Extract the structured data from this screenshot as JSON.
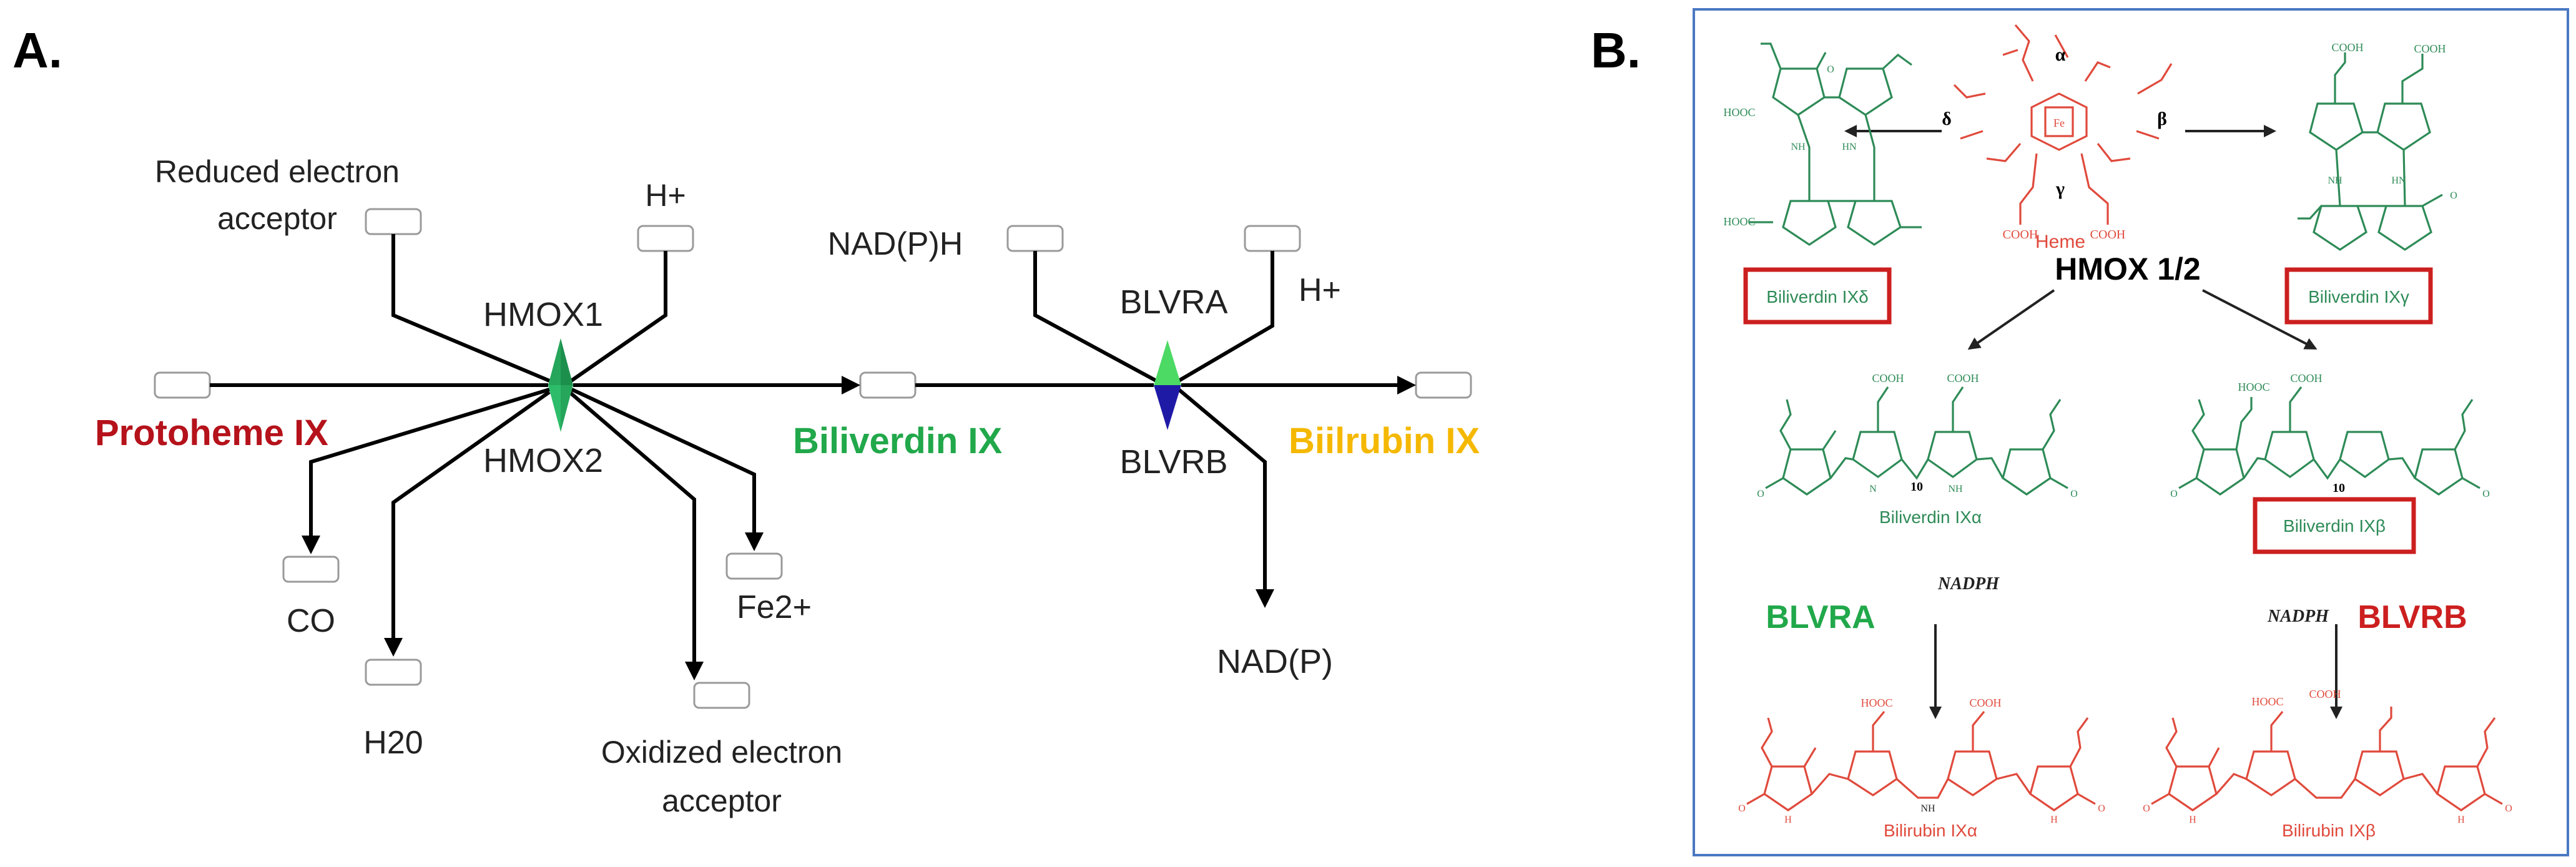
{
  "panel_a": {
    "letter": "A.",
    "metabolites": {
      "reduced_acceptor_line1": "Reduced electron",
      "reduced_acceptor_line2": "acceptor",
      "h_plus_1": "H+",
      "protoheme": "Protoheme IX",
      "co": "CO",
      "h2o": "H20",
      "oxidized_acceptor_line1": "Oxidized electron",
      "oxidized_acceptor_line2": "acceptor",
      "fe2": "Fe2+",
      "biliverdin": "Biliverdin IX",
      "nadph": "NAD(P)H",
      "h_plus_2": "H+",
      "nadp": "NAD(P)",
      "bilirubin": "Biilrubin IX"
    },
    "enzymes": {
      "hmox1": "HMOX1",
      "hmox2": "HMOX2",
      "blvra": "BLVRA",
      "blvrb": "BLVRB"
    },
    "colors": {
      "protoheme": "#b5121b",
      "biliverdin": "#21a84a",
      "bilirubin": "#f5b800",
      "diamond_green": "#26a65b",
      "blvra_green": "#4cd964",
      "blvrb_blue": "#1f1aa6"
    }
  },
  "panel_b": {
    "letter": "B.",
    "greek_alpha": "α",
    "greek_beta": "β",
    "greek_gamma": "γ",
    "greek_delta": "δ",
    "fe": "Fe",
    "heme": "Heme",
    "hmox": "HMOX 1/2",
    "bv_delta": "Biliverdin IXδ",
    "bv_gamma": "Biliverdin IXγ",
    "bv_alpha": "Biliverdin IXα",
    "bv_beta": "Biliverdin IXβ",
    "blvra": "BLVRA",
    "blvrb": "BLVRB",
    "nadph_left": "NADPH",
    "nadph_right": "NADPH",
    "br_alpha": "Bilirubin IXα",
    "br_beta": "Bilirubin IXβ",
    "hooc": "HOOC",
    "cooh": "COOH",
    "nh": "NH",
    "hn": "HN",
    "n": "N",
    "h": "H",
    "o": "O",
    "ten": "10",
    "colors": {
      "green": "#2e8b57",
      "red": "#e04a3c",
      "frame": "#4a78c2",
      "highlight": "#cc1f1f"
    }
  }
}
